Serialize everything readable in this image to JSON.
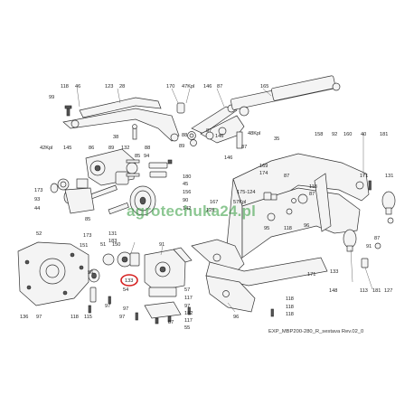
{
  "watermark": "agrotechuka24.pl",
  "drawing_code": "EXP_MBP200-280_R_sestava Rev.02_0",
  "highlighted_part": "133",
  "highlight_color": "#d62020",
  "callouts": [
    {
      "id": "c1",
      "t": "118"
    },
    {
      "id": "c2",
      "t": "46"
    },
    {
      "id": "c3",
      "t": "99"
    },
    {
      "id": "c4",
      "t": "123"
    },
    {
      "id": "c5",
      "t": "28"
    },
    {
      "id": "c6",
      "t": "170"
    },
    {
      "id": "c7",
      "t": "47Kpl"
    },
    {
      "id": "c8",
      "t": "146"
    },
    {
      "id": "c9",
      "t": "87"
    },
    {
      "id": "c10",
      "t": "165"
    },
    {
      "id": "c11",
      "t": "38"
    },
    {
      "id": "c12",
      "t": "87"
    },
    {
      "id": "c13",
      "t": "146"
    },
    {
      "id": "c14",
      "t": "48Kpl"
    },
    {
      "id": "c15",
      "t": "35"
    },
    {
      "id": "c16",
      "t": "88"
    },
    {
      "id": "c17",
      "t": "89"
    },
    {
      "id": "c18",
      "t": "146"
    },
    {
      "id": "c19",
      "t": "87"
    },
    {
      "id": "c20",
      "t": "158"
    },
    {
      "id": "c21",
      "t": "92"
    },
    {
      "id": "c22",
      "t": "160"
    },
    {
      "id": "c23",
      "t": "40"
    },
    {
      "id": "c24",
      "t": "181"
    },
    {
      "id": "c25",
      "t": "42Kpl"
    },
    {
      "id": "c26",
      "t": "145"
    },
    {
      "id": "c27",
      "t": "86"
    },
    {
      "id": "c28",
      "t": "89"
    },
    {
      "id": "c29",
      "t": "132"
    },
    {
      "id": "c30",
      "t": "88"
    },
    {
      "id": "c31",
      "t": "85"
    },
    {
      "id": "c32",
      "t": "94"
    },
    {
      "id": "c33",
      "t": "180"
    },
    {
      "id": "c34",
      "t": "169"
    },
    {
      "id": "c35",
      "t": "174"
    },
    {
      "id": "c36",
      "t": "87"
    },
    {
      "id": "c37",
      "t": "118"
    },
    {
      "id": "c38",
      "t": "87"
    },
    {
      "id": "c39",
      "t": "171"
    },
    {
      "id": "c40",
      "t": "131"
    },
    {
      "id": "c41",
      "t": "173"
    },
    {
      "id": "c42",
      "t": "93"
    },
    {
      "id": "c43",
      "t": "44"
    },
    {
      "id": "c44",
      "t": "85"
    },
    {
      "id": "c45",
      "t": "45"
    },
    {
      "id": "c46",
      "t": "156"
    },
    {
      "id": "c47",
      "t": "90"
    },
    {
      "id": "c48",
      "t": "142"
    },
    {
      "id": "c49",
      "t": "175-124"
    },
    {
      "id": "c50",
      "t": "167"
    },
    {
      "id": "c51",
      "t": "57Kpl"
    },
    {
      "id": "c52",
      "t": "125"
    },
    {
      "id": "c53",
      "t": "95"
    },
    {
      "id": "c54",
      "t": "118"
    },
    {
      "id": "c55",
      "t": "96"
    },
    {
      "id": "c56",
      "t": "118"
    },
    {
      "id": "c57",
      "t": "131"
    },
    {
      "id": "c58",
      "t": "173"
    },
    {
      "id": "c59",
      "t": "183"
    },
    {
      "id": "c60",
      "t": "52"
    },
    {
      "id": "c61",
      "t": "51"
    },
    {
      "id": "c62",
      "t": "150"
    },
    {
      "id": "c63",
      "t": "91"
    },
    {
      "id": "c64",
      "t": "151"
    },
    {
      "id": "c65",
      "t": "56"
    },
    {
      "id": "c66",
      "t": "171"
    },
    {
      "id": "c67",
      "t": "133"
    },
    {
      "id": "c68",
      "t": "133"
    },
    {
      "id": "c69",
      "t": "54"
    },
    {
      "id": "c70",
      "t": "57"
    },
    {
      "id": "c71",
      "t": "117"
    },
    {
      "id": "c72",
      "t": "97"
    },
    {
      "id": "c73",
      "t": "182"
    },
    {
      "id": "c74",
      "t": "148"
    },
    {
      "id": "c75",
      "t": "113"
    },
    {
      "id": "c76",
      "t": "181"
    },
    {
      "id": "c77",
      "t": "127"
    },
    {
      "id": "c78",
      "t": "136"
    },
    {
      "id": "c79",
      "t": "97"
    },
    {
      "id": "c80",
      "t": "118"
    },
    {
      "id": "c81",
      "t": "115"
    },
    {
      "id": "c82",
      "t": "97"
    },
    {
      "id": "c83",
      "t": "97"
    },
    {
      "id": "c84",
      "t": "117"
    },
    {
      "id": "c85",
      "t": "55"
    },
    {
      "id": "c86",
      "t": "96"
    },
    {
      "id": "c87",
      "t": "118"
    },
    {
      "id": "c88",
      "t": "118"
    },
    {
      "id": "c89",
      "t": "97"
    },
    {
      "id": "c90",
      "t": "87"
    },
    {
      "id": "c91",
      "t": "91"
    },
    {
      "id": "c92",
      "t": "87"
    }
  ]
}
